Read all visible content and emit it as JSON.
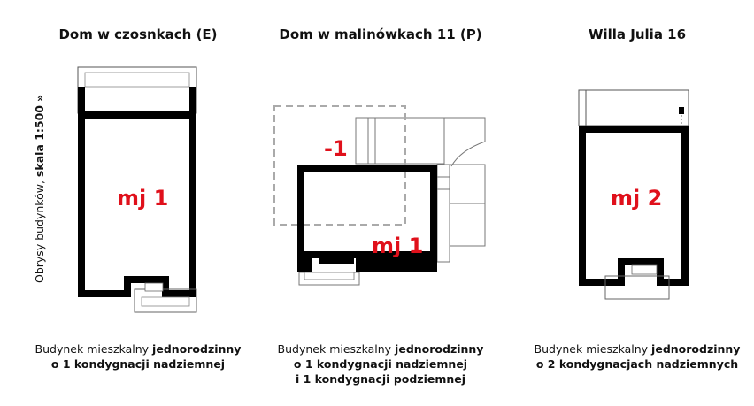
{
  "side_label": {
    "prefix": "Obrysy budynków,",
    "scale": "skala 1:500",
    "arrow": "»"
  },
  "buildings": [
    {
      "title": "Dom w czosnkach (E)",
      "unit_label": "mj 1",
      "caption": {
        "line1_plain": "Budynek mieszkalny ",
        "line1_bold": "jednorodzinny",
        "line2_bold": "o 1 kondygnacji nadziemnej",
        "line3_bold": ""
      }
    },
    {
      "title": "Dom w malinówkach 11 (P)",
      "unit_label": "mj 1",
      "basement_label": "-1",
      "caption": {
        "line1_plain": "Budynek mieszkalny ",
        "line1_bold": "jednorodzinny",
        "line2_bold": "o 1 kondygnacji nadziemnej",
        "line3_bold": "i 1 kondygnacji podziemnej"
      }
    },
    {
      "title": "Willa Julia 16",
      "unit_label": "mj 2",
      "caption": {
        "line1_plain": "Budynek mieszkalny ",
        "line1_bold": "jednorodzinny",
        "line2_bold": "o 2 kondygnacjach nadziemnych",
        "line3_bold": ""
      }
    }
  ],
  "colors": {
    "accent": "#e0101b",
    "wall": "#000000",
    "dashed": "#aaaaaa",
    "thin": "#888888"
  }
}
